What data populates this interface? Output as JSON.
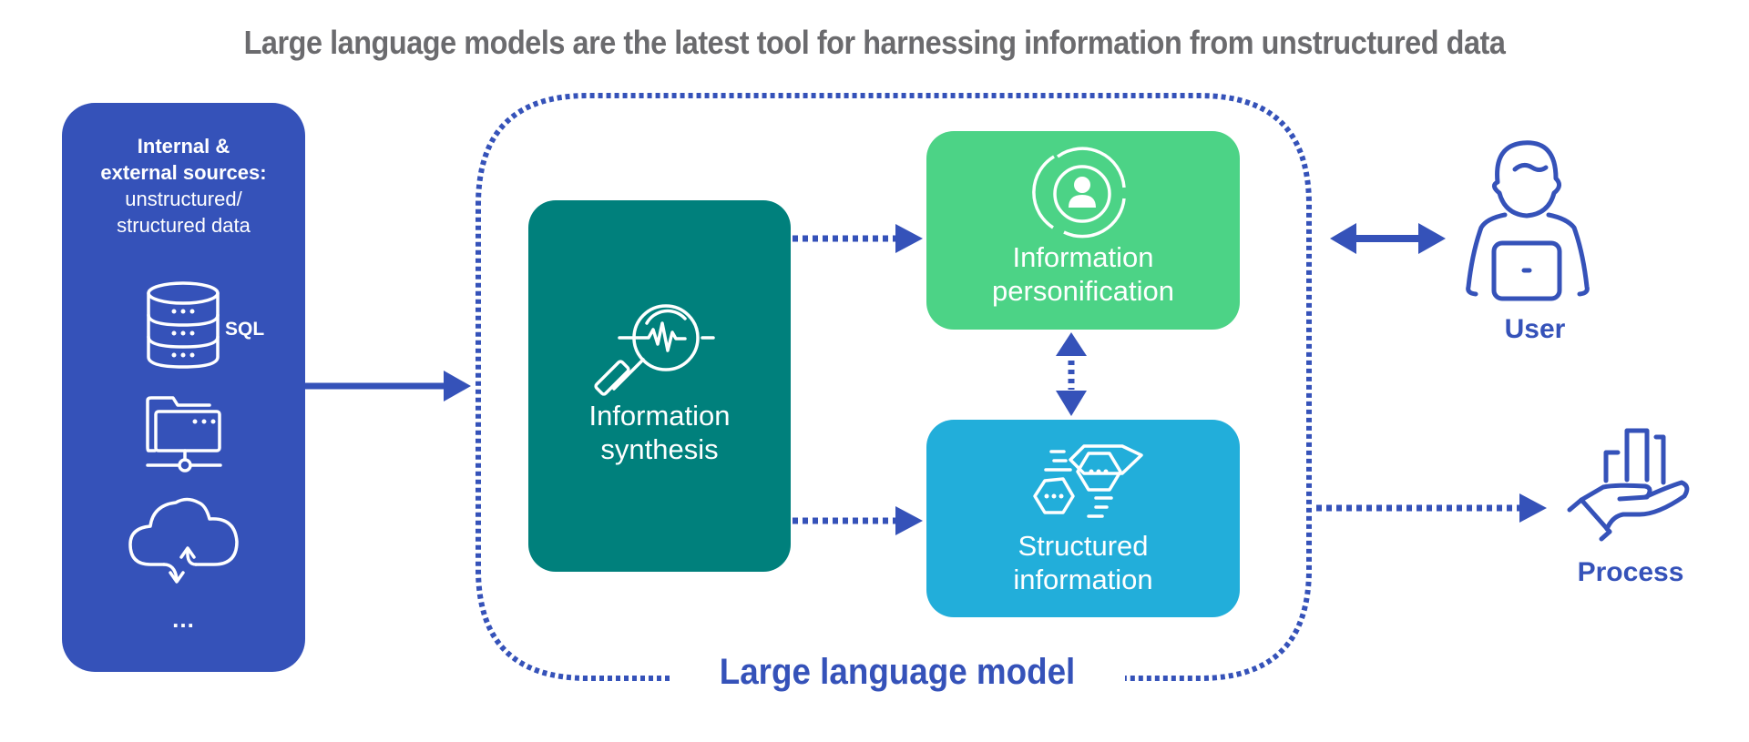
{
  "title": "Large language models are the latest tool for harnessing information from unstructured data",
  "colors": {
    "primary_blue": "#3552b9",
    "teal": "#00807c",
    "green": "#4cd386",
    "cyan": "#22aeda",
    "title_gray": "#6b6b6e"
  },
  "sources": {
    "heading_line1": "Internal &",
    "heading_line2": "external sources:",
    "subheading_line1": "unstructured/",
    "subheading_line2": "structured data",
    "icons": [
      "database-icon",
      "network-folder-icon",
      "cloud-sync-icon"
    ],
    "sql_label": "SQL",
    "more_label": "..."
  },
  "llm": {
    "label": "Large language model",
    "synthesis": {
      "line1": "Information",
      "line2": "synthesis",
      "icon": "magnifier-pulse-icon"
    },
    "personification": {
      "line1": "Information",
      "line2": "personification",
      "icon": "user-target-icon"
    },
    "structured": {
      "line1": "Structured",
      "line2": "information",
      "icon": "hexagon-data-icon"
    }
  },
  "actors": {
    "user": {
      "label": "User",
      "icon": "user-laptop-icon"
    },
    "process": {
      "label": "Process",
      "icon": "hand-chart-icon"
    }
  },
  "connections": [
    {
      "from": "sources",
      "to": "llm",
      "style": "solid",
      "direction": "forward"
    },
    {
      "from": "synthesis",
      "to": "personification",
      "style": "dotted",
      "direction": "forward"
    },
    {
      "from": "synthesis",
      "to": "structured",
      "style": "dotted",
      "direction": "forward"
    },
    {
      "from": "personification",
      "to": "structured",
      "style": "dotted",
      "direction": "both"
    },
    {
      "from": "llm",
      "to": "user",
      "style": "solid",
      "direction": "both"
    },
    {
      "from": "llm",
      "to": "process",
      "style": "dotted",
      "direction": "forward"
    }
  ]
}
